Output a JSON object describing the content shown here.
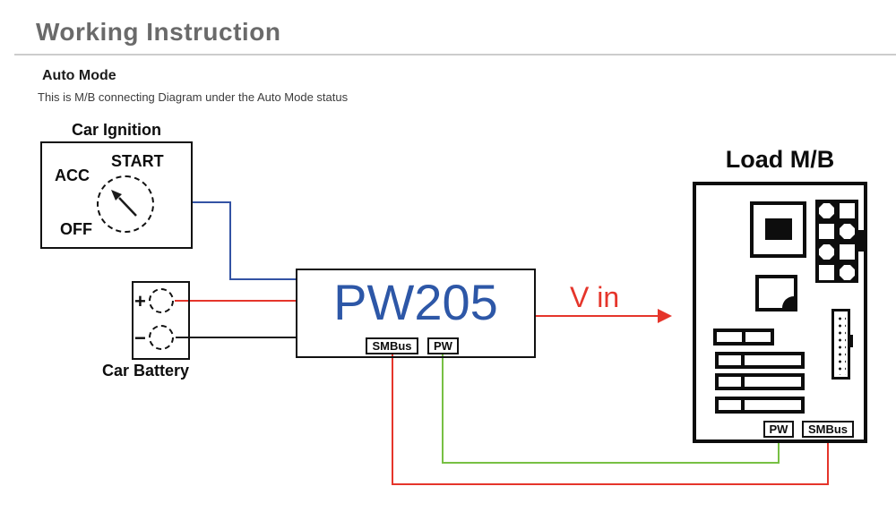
{
  "header": {
    "title": "Working Instruction",
    "section_title": "Auto Mode",
    "description": "This is M/B connecting Diagram under the Auto Mode status"
  },
  "diagram": {
    "ignition": {
      "label": "Car Ignition",
      "start": "START",
      "acc": "ACC",
      "off": "OFF"
    },
    "battery": {
      "label": "Car Battery",
      "positive": "+",
      "negative": "−"
    },
    "pw205": {
      "label": "PW205",
      "smbus_port": "SMBus",
      "pw_port": "PW"
    },
    "vin_label": "V in",
    "load_mb": {
      "label": "Load M/B",
      "pw_port": "PW",
      "smbus_port": "SMBus"
    }
  },
  "colors": {
    "title_gray": "#6a6a6a",
    "separator_gray": "#cccccc",
    "wire_blue": "#3353a4",
    "wire_red": "#e5352b",
    "wire_green": "#77c043",
    "wire_black": "#1a1a1a",
    "pw205_blue": "#2d57a7",
    "outline_black": "#111111"
  }
}
